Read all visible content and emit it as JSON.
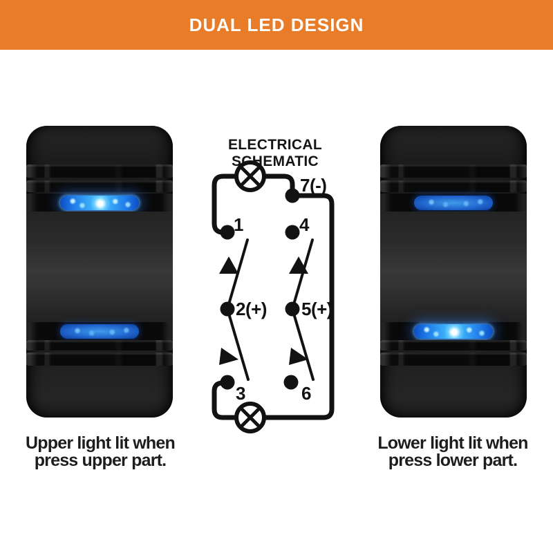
{
  "banner": {
    "title": "DUAL LED DESIGN",
    "bg_color": "#E87C28",
    "text_color": "#FFFFFF"
  },
  "schematic": {
    "title": "ELECTRICAL SCHEMATIC",
    "terminals": {
      "t1": "1",
      "t2": "2(+)",
      "t3": "3",
      "t4": "4",
      "t5": "5(+)",
      "t6": "6",
      "t7": "7(-)"
    },
    "lamp_count": 2,
    "ink_color": "#121212"
  },
  "switches": {
    "left": {
      "caption_line1": "Upper light lit when",
      "caption_line2": "press upper part.",
      "lit_led": "upper",
      "led_bright_color": "#3FB4FB",
      "led_dim_color": "#2268CF"
    },
    "right": {
      "caption_line1": "Lower light lit when",
      "caption_line2": "press lower part.",
      "lit_led": "lower",
      "led_bright_color": "#3FB4FB",
      "led_dim_color": "#2268CF"
    }
  }
}
